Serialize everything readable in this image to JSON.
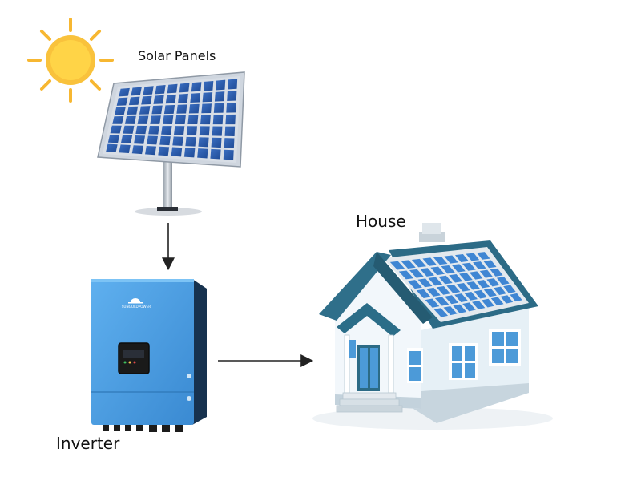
{
  "labels": {
    "solar_panels": "Solar Panels",
    "house": "House",
    "inverter": "Inverter"
  },
  "inverter_brand": "SUNGOLDPOWER",
  "icons": {
    "sun": "sun-icon",
    "panel": "solar-panel-icon",
    "inverter": "inverter-icon",
    "house": "house-icon"
  },
  "colors": {
    "sun": "#f7b731",
    "sun_core": "#ffd447",
    "panel_cell": "#2c5aa8",
    "panel_frame": "#cfd6df",
    "inverter_body": "#4a9de0",
    "inverter_side": "#17324f",
    "house_roof": "#2f6f8a",
    "house_wall": "#e8f2f8",
    "arrow": "#222222"
  }
}
